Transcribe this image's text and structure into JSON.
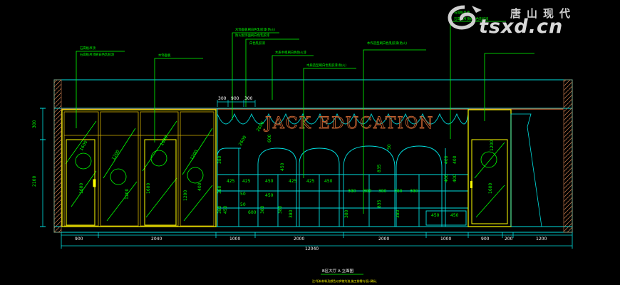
{
  "watermark": {
    "brand_cn": "唐山现代",
    "brand_en": "tsxd.cn"
  },
  "sign_text": "JACK EDUCATION",
  "callouts": [
    "石膏板吊顶",
    "石膏板吊顶刷白色乳胶漆",
    "木饰面板",
    "木饰面板刷白色乳胶漆(防火)",
    "防火板饰面刷白色乳胶漆",
    "白色乳胶漆",
    "木质书柜刷白色防火漆",
    "木质造型刷白色乳胶漆(防火)",
    "木作造型刷白色乳胶漆(防火)",
    "石膏板吊顶",
    "石膏板吊顶刷白色乳胶漆"
  ],
  "dims_top": [
    "300",
    "900",
    "300"
  ],
  "dims_bottom": [
    "900",
    "2040",
    "1000",
    "2000",
    "2000",
    "1000",
    "900",
    "200",
    "1200"
  ],
  "dim_total": "12040",
  "dims_side": [
    "300",
    "2100"
  ],
  "inner_dims": [
    "1600",
    "1200",
    "1600",
    "1200",
    "1600",
    "1200",
    "1600",
    "1200",
    "400",
    "425",
    "425",
    "450",
    "450",
    "425",
    "425",
    "450",
    "450",
    "450",
    "600",
    "380",
    "380",
    "380",
    "380",
    "380",
    "50",
    "50",
    "50",
    "835",
    "835",
    "600",
    "450",
    "450",
    "1600",
    "1200",
    "380",
    "380",
    "380",
    "380",
    "380",
    "380",
    "380",
    "380",
    "400",
    "400",
    "400",
    "400",
    "2600",
    "2600"
  ],
  "footer": {
    "title": "B区大厅 A 立面图",
    "subtitle": "注:所有材料及颜色以实物为准,施工前需与设计确认"
  },
  "colors": {
    "bg": "#000000",
    "green": "#00ff00",
    "cyan": "#00e0e0",
    "yellow": "#ffff00",
    "brown": "#a0522d",
    "watermark": "#d0d0d0"
  }
}
